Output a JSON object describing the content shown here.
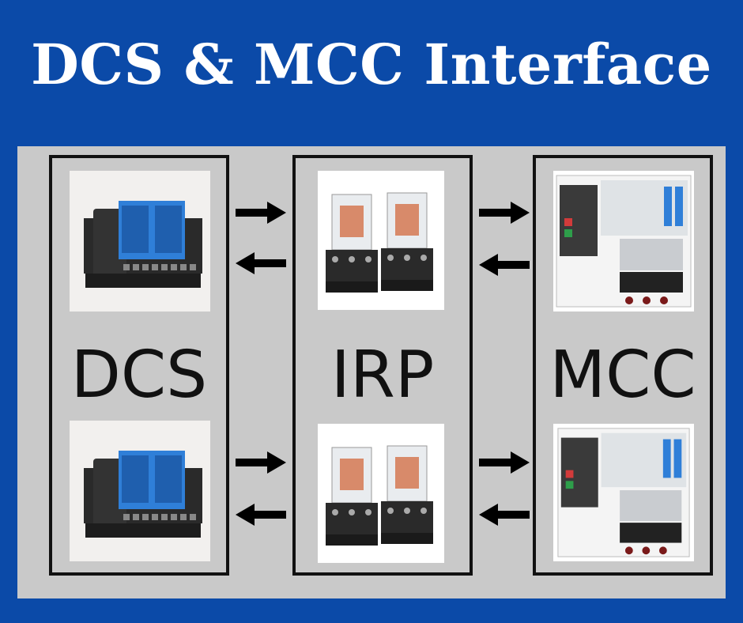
{
  "title": "DCS & MCC Interface",
  "colors": {
    "background": "#0b4aa8",
    "panel": "#c9c9c9",
    "border": "#111111",
    "module_accent": "#2f7fd8"
  },
  "columns": [
    {
      "label": "DCS",
      "items": [
        "dcs-io-module-image",
        "dcs-io-module-image"
      ]
    },
    {
      "label": "IRP",
      "items": [
        "relay-pair-image",
        "relay-pair-image"
      ]
    },
    {
      "label": "MCC",
      "items": [
        "mcc-bucket-image",
        "mcc-bucket-image"
      ]
    }
  ],
  "icons": [
    "arrow-right-icon",
    "arrow-left-icon"
  ]
}
